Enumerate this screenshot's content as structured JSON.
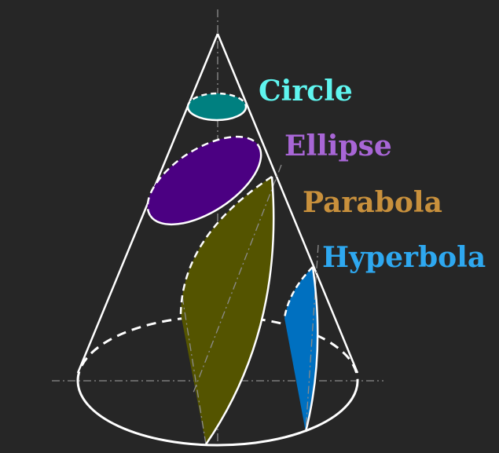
{
  "labels": {
    "circle": "Circle",
    "ellipse": "Ellipse",
    "parabola": "Parabola",
    "hyperbola": "Hyperbola"
  },
  "colors": {
    "background": "#262626",
    "outline": "#ffffff",
    "axis": "#8c8c8c",
    "circle_fill": "#008080",
    "circle_text": "#5ff5ef",
    "ellipse_fill": "#4b0082",
    "ellipse_text": "#a866d6",
    "parabola_fill": "#545400",
    "parabola_text": "#c8903c",
    "hyperbola_fill": "#0070c0",
    "hyperbola_text": "#2ea8f0"
  }
}
